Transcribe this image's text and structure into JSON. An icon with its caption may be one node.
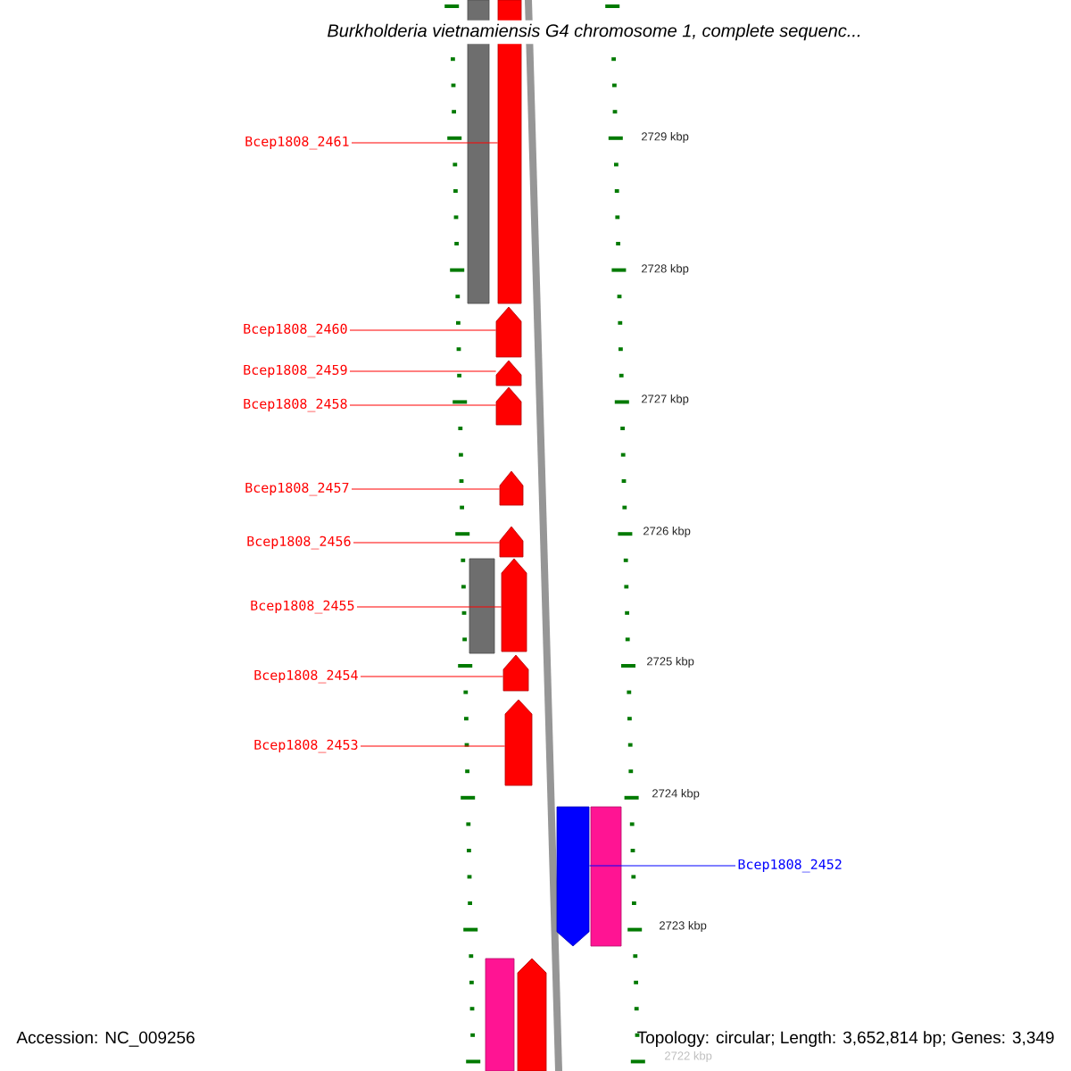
{
  "diagram": {
    "title": "Burkholderia vietnamiensis G4 chromosome 1, complete sequenc...",
    "nodes": [
      {
        "text": [
          "Bcep1808_2461"
        ]
      },
      {
        "text": [
          "Bcep1808_2460"
        ]
      },
      {
        "text": [
          "Bcep1808_2459"
        ]
      },
      {
        "text": [
          "Bcep1808_2458"
        ]
      },
      {
        "text": [
          "Bcep1808_2457"
        ]
      },
      {
        "text": [
          "Bcep1808_2456"
        ]
      },
      {
        "text": [
          "Bcep1808_2455"
        ]
      },
      {
        "text": [
          "Bcep1808_2454"
        ]
      },
      {
        "text": [
          "Bcep1808_2453"
        ]
      },
      {
        "text": [
          "Bcep1808_2452"
        ]
      },
      {
        "text": [],
        "shape": "bar"
      },
      {
        "text": [],
        "shape": "bar"
      },
      {
        "text": [],
        "shape": "pentagon"
      },
      {
        "text": [],
        "shape": "pentagon"
      },
      {
        "text": [],
        "shape": "pentagon"
      },
      {
        "text": [],
        "shape": "pentagon"
      },
      {
        "text": [],
        "shape": "pentagon"
      },
      {
        "text": [],
        "shape": "bar"
      },
      {
        "text": [],
        "shape": "pentagon"
      },
      {
        "text": [],
        "shape": "pentagon"
      },
      {
        "text": [],
        "shape": "pentagon"
      },
      {
        "text": [],
        "shape": "pentagon"
      },
      {
        "text": [],
        "shape": "bar"
      },
      {
        "text": [],
        "shape": "bar"
      },
      {
        "text": [],
        "shape": "pentagon"
      }
    ],
    "edges": [
      {
        "from": 0,
        "to": 11,
        "arrow": "none"
      },
      {
        "from": 1,
        "to": 12,
        "arrow": "none"
      },
      {
        "from": 2,
        "to": 13,
        "arrow": "none"
      },
      {
        "from": 3,
        "to": 14,
        "arrow": "none"
      },
      {
        "from": 4,
        "to": 15,
        "arrow": "none"
      },
      {
        "from": 5,
        "to": 16,
        "arrow": "none"
      },
      {
        "from": 6,
        "to": 18,
        "arrow": "none"
      },
      {
        "from": 7,
        "to": 19,
        "arrow": "none"
      },
      {
        "from": 8,
        "to": 20,
        "arrow": "none"
      },
      {
        "from": 9,
        "to": 21,
        "arrow": "none",
        "color": "#0000ff"
      }
    ],
    "labels": [
      "2729 kbp",
      "2728 kbp",
      "2727 kbp",
      "2726 kbp",
      "2725 kbp",
      "2724 kbp",
      "2723 kbp",
      "2722 kbp",
      "Accession: NC_009256",
      "Topology: circular; Length: 3,652,814 bp; Genes: 3,349"
    ]
  }
}
